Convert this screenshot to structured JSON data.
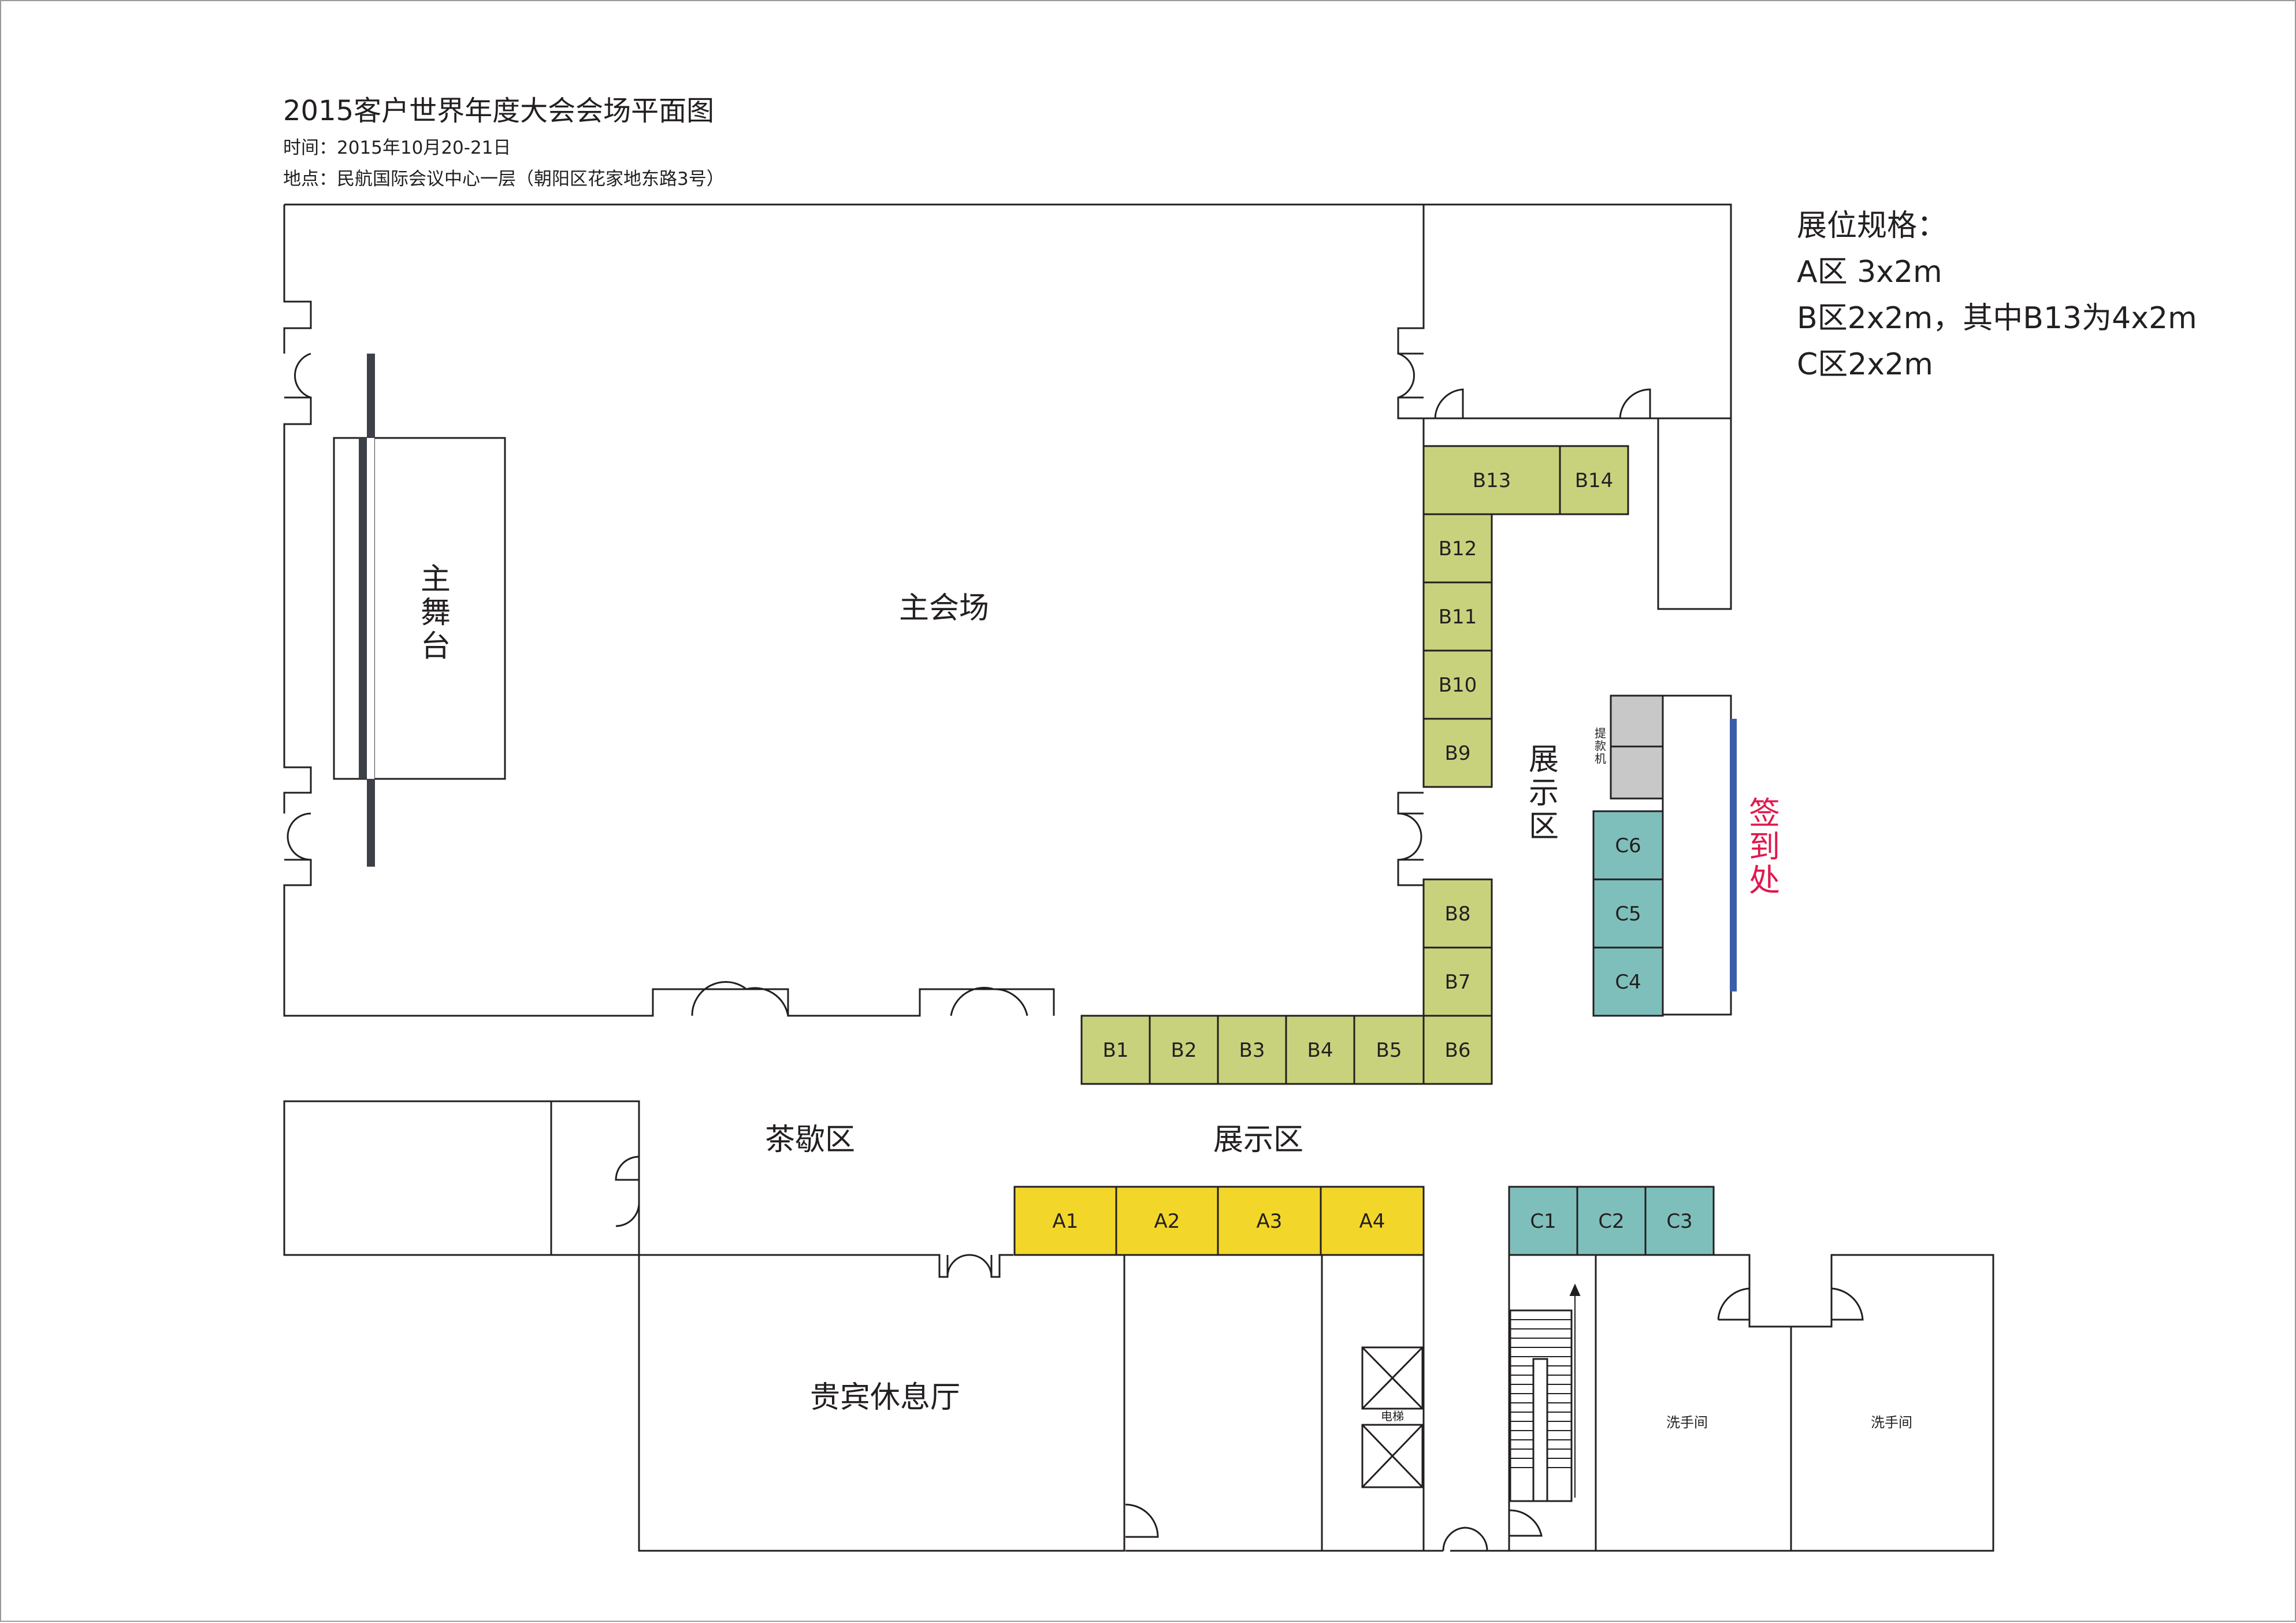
{
  "header": {
    "title": "2015客户世界年度大会会场平面图",
    "time": "时间：2015年10月20-21日",
    "location": "地点：民航国际会议中心一层（朝阳区花家地东路3号）"
  },
  "specs": {
    "title": "展位规格：",
    "lines": [
      "A区 3x2m",
      "B区2x2m，其中B13为4x2m",
      "C区2x2m"
    ]
  },
  "rooms": {
    "main_hall": "主会场",
    "main_stage": "主舞台",
    "expo_east": "展示区",
    "registration": "签到处",
    "atm": "提款机",
    "tea_break": "茶歇区",
    "expo_south": "展示区",
    "vip_lounge": "贵宾休息厅",
    "elevator": "电梯",
    "restroom_1": "洗手间",
    "restroom_2": "洗手间"
  },
  "zones": {
    "A": {
      "color": "#f2d72a"
    },
    "B": {
      "color": "#c8d27d"
    },
    "C": {
      "color": "#7fbfbb"
    },
    "atm": {
      "color": "#c8c8c8"
    }
  },
  "colors": {
    "line": "#231f20",
    "stage_bar": "#3d4046",
    "registration_bar": "#3a5ea8",
    "registration_text": "#e0194d"
  },
  "booths": {
    "A1": "A1",
    "A2": "A2",
    "A3": "A3",
    "A4": "A4",
    "B1": "B1",
    "B2": "B2",
    "B3": "B3",
    "B4": "B4",
    "B5": "B5",
    "B6": "B6",
    "B7": "B7",
    "B8": "B8",
    "B9": "B9",
    "B10": "B10",
    "B11": "B11",
    "B12": "B12",
    "B13": "B13",
    "B14": "B14",
    "C1": "C1",
    "C2": "C2",
    "C3": "C3",
    "C4": "C4",
    "C5": "C5",
    "C6": "C6"
  }
}
